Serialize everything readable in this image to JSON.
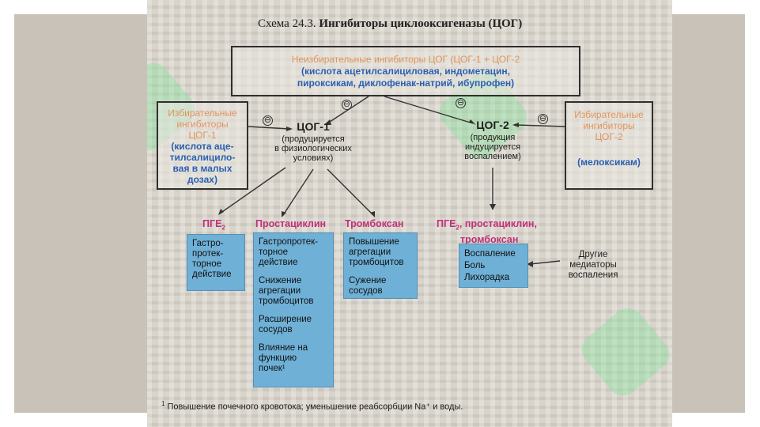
{
  "title_prefix": "Схема 24.3.",
  "title_main": "Ингибиторы циклооксигеназы (ЦОГ)",
  "nonselective": {
    "heading": "Неизбирательные ингибиторы ЦОГ (ЦОГ-1 + ЦОГ-2",
    "drugs_line1": "(кислота ацетилсалициловая, индометацин,",
    "drugs_line2": "пироксикам, диклофенак-натрий, ибупрофен)"
  },
  "selective_left": {
    "heading": [
      "Избирательные",
      "ингибиторы",
      "ЦОГ-1"
    ],
    "drugs": [
      "(кислота аце-",
      "тилсалицило-",
      "вая в малых",
      "дозах)"
    ]
  },
  "selective_right": {
    "heading": [
      "Избирательные",
      "ингибиторы",
      "ЦОГ-2"
    ],
    "drugs": "(мелоксикам)"
  },
  "cox1": {
    "label": "ЦОГ-1",
    "desc": [
      "(продуцируется",
      "в физиологических",
      "условиях)"
    ]
  },
  "cox2": {
    "label": "ЦОГ-2",
    "desc": [
      "(продукция",
      "индуцируется",
      "воспалением)"
    ]
  },
  "minus_sign": "⊖",
  "products": {
    "pge": "ПГЕ",
    "pge_sub": "2",
    "prostacyclin": "Простациклин",
    "thromboxane": "Тромбоксан",
    "pge2_combo": "ПГЕ",
    "pge2_combo_sub": "2",
    "pge2_combo_rest": ", простациклин,",
    "pge2_combo_line2": "тромбоксан"
  },
  "effects": {
    "pge": [
      "Гастро-",
      "протек-",
      "торное",
      "действие"
    ],
    "prostacyclin": [
      [
        "Гастропротек-",
        "торное",
        "действие"
      ],
      [
        "Снижение",
        "агрегации",
        "тромбоцитов"
      ],
      [
        "Расширение",
        "сосудов"
      ],
      [
        "Влияние на",
        "функцию",
        "почек¹"
      ]
    ],
    "thromboxane": [
      [
        "Повышение",
        "агрегации",
        "тромбоцитов"
      ],
      [
        "Сужение",
        "сосудов"
      ]
    ],
    "cox2": [
      "Воспаление",
      "Боль",
      "Лихорадка"
    ]
  },
  "other_mediators": [
    "Другие",
    "медиаторы",
    "воспаления"
  ],
  "footnote_mark": "1",
  "footnote_text": "Повышение почечного кровотока; уменьшение реабсорбции Na⁺ и воды."
}
